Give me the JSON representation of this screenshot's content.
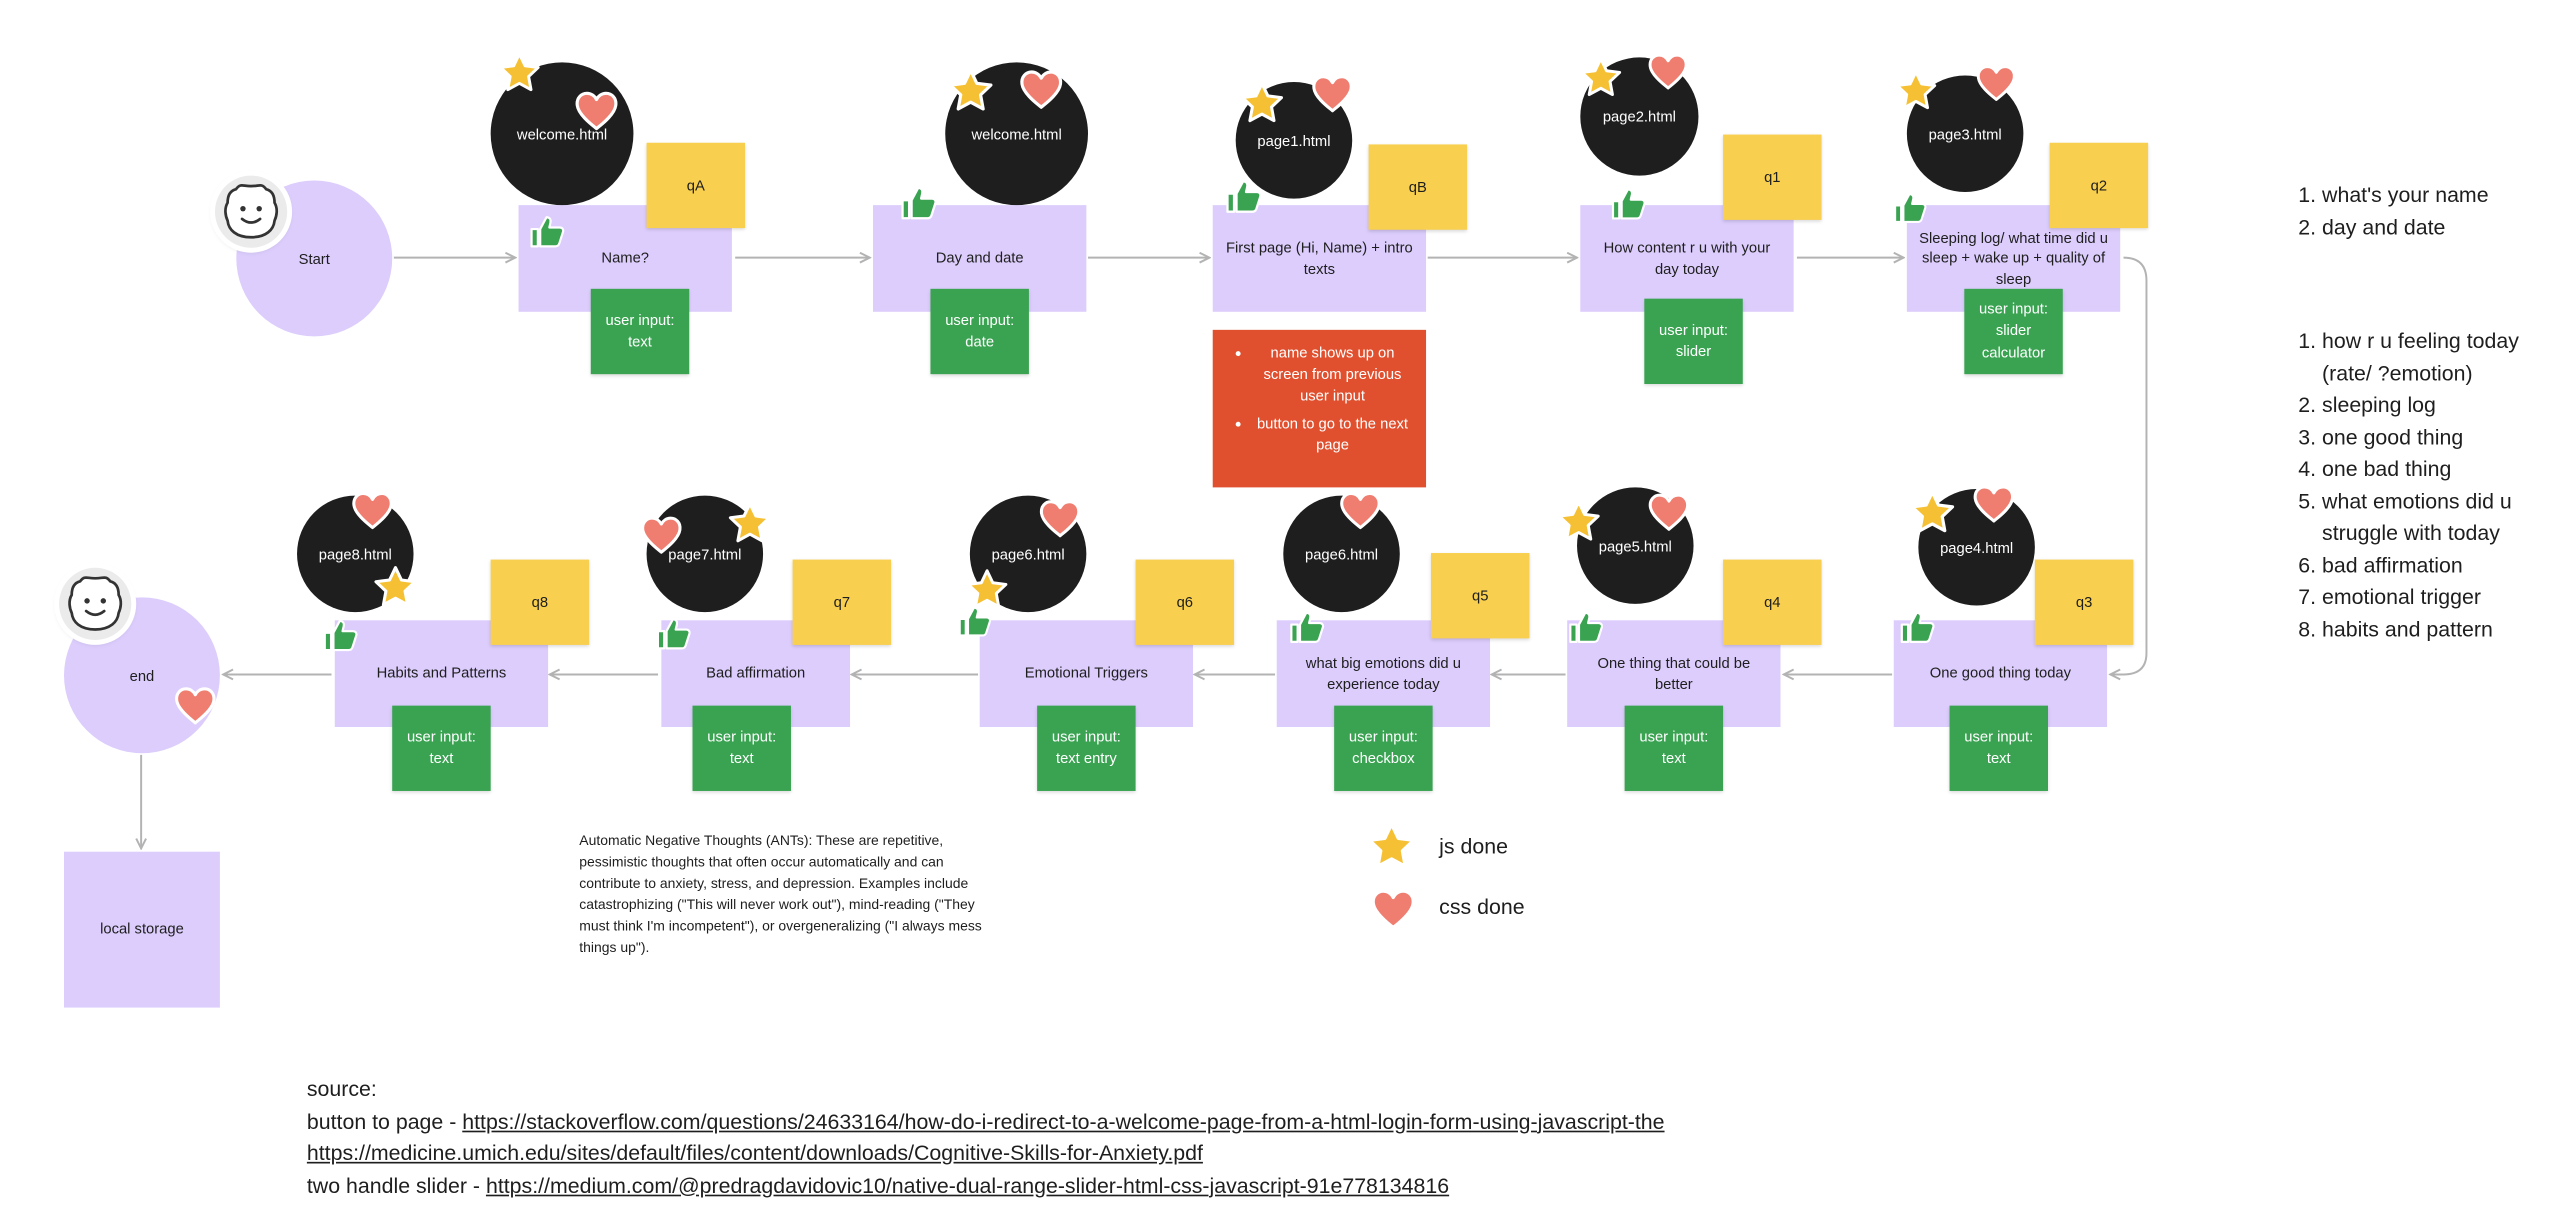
{
  "flow": {
    "start_label": "Start",
    "end_label": "end",
    "storage_label": "local storage"
  },
  "pages": [
    {
      "file": "welcome.html",
      "node": "Name?",
      "q": "qA",
      "input": "user input: text"
    },
    {
      "file": "welcome.html",
      "node": "Day and date",
      "input": "user input: date"
    },
    {
      "file": "page1.html",
      "node": "First page (Hi, Name) + intro texts",
      "q": "qB"
    },
    {
      "file": "page2.html",
      "node": "How content r u with your day today",
      "q": "q1",
      "input": "user input: slider"
    },
    {
      "file": "page3.html",
      "node": "Sleeping log/ what time did u sleep + wake up + quality of sleep",
      "q": "q2",
      "input": "user input: slider calculator"
    },
    {
      "file": "page4.html",
      "node": "One good thing today",
      "q": "q3",
      "input": "user input: text"
    },
    {
      "file": "page5.html",
      "node": "One thing that could be better",
      "q": "q4",
      "input": "user input: text"
    },
    {
      "file": "page6.html",
      "node": "what big emotions did u experience today",
      "q": "q5",
      "input": "user input: checkbox"
    },
    {
      "file": "page6.html",
      "node": "Emotional Triggers",
      "q": "q6",
      "input": "user input: text entry"
    },
    {
      "file": "page7.html",
      "node": "Bad affirmation",
      "q": "q7",
      "input": "user input: text"
    },
    {
      "file": "page8.html",
      "node": "Habits and Patterns",
      "q": "q8",
      "input": "user input: text"
    }
  ],
  "red_note": [
    "name shows up on screen from previous user input",
    "button to go to the next page"
  ],
  "ants_note": "Automatic Negative Thoughts (ANTs): These are repetitive, pessimistic thoughts that often occur automatically and can contribute to anxiety, stress, and depression. Examples include catastrophizing (\"This will never work out\"), mind-reading (\"They must think I'm incompetent\"), or overgeneralizing (\"I always mess things up\").",
  "legend": {
    "star_label": "js done",
    "heart_label": "css done"
  },
  "list1": [
    "what's your name",
    "day and date"
  ],
  "list2": [
    "how r u feeling today (rate/ ?emotion)",
    "sleeping log",
    "one good thing",
    "one bad thing",
    "what emotions did u struggle with today",
    "bad affirmation",
    "emotional trigger",
    "habits and pattern"
  ],
  "sources": {
    "heading": "source:",
    "line1_prefix": "button to page - ",
    "line1_link": "https://stackoverflow.com/questions/24633164/how-do-i-redirect-to-a-welcome-page-from-a-html-login-form-using-javascript-the",
    "line2_link": "https://medicine.umich.edu/sites/default/files/content/downloads/Cognitive-Skills-for-Anxiety.pdf",
    "line3_prefix": "two handle slider - ",
    "line3_link": "https://medium.com/@predragdavidovic10/native-dual-range-slider-html-css-javascript-91e778134816"
  },
  "colors": {
    "node": "#dccdfc",
    "sticky_yellow": "#f8cf4f",
    "sticky_green": "#3aa352",
    "note_red": "#e0502f",
    "star": "#f5c033",
    "heart": "#ef7d70",
    "thumb": "#3aa352",
    "connector": "#b3b3b3"
  },
  "icons": [
    "star-icon",
    "heart-icon",
    "thumbs-up-icon",
    "smiley-avatar-icon"
  ]
}
